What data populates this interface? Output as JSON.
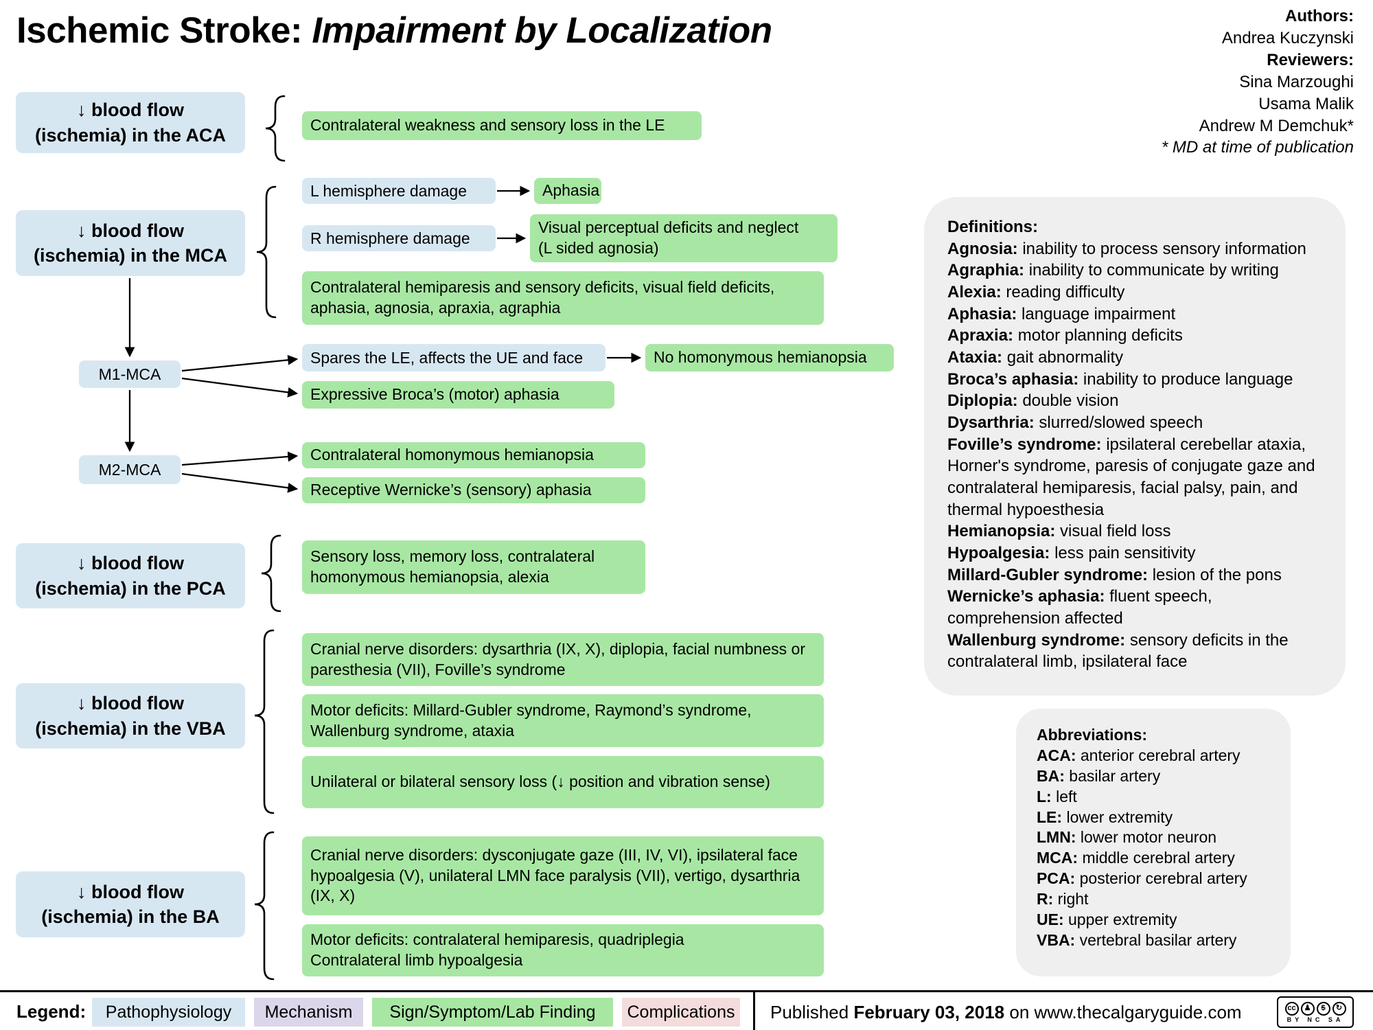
{
  "title": {
    "main": "Ischemic Stroke: ",
    "emph": "Impairment by Localization"
  },
  "credits": {
    "authors_label": "Authors:",
    "authors": [
      "Andrea Kuczynski"
    ],
    "reviewers_label": "Reviewers:",
    "reviewers": [
      "Sina Marzoughi",
      "Usama Malik",
      "Andrew M Demchuk*"
    ],
    "note": "* MD at time of publication"
  },
  "flow": {
    "aca_label": "↓ blood flow\n(ischemia) in the ACA",
    "aca_sign": "Contralateral weakness and sensory loss in the LE",
    "mca_label": "↓ blood flow\n(ischemia) in the MCA",
    "l_hemisphere": "L hemisphere damage",
    "aphasia": "Aphasia",
    "r_hemisphere": "R hemisphere damage",
    "visual_neglect": "Visual perceptual deficits and neglect\n(L sided agnosia)",
    "mca_signs": "Contralateral hemiparesis and sensory deficits, visual field deficits, aphasia, agnosia, apraxia, agraphia",
    "m1_label": "M1-MCA",
    "m1_spares": "Spares the LE, affects the UE and face",
    "no_hemianopsia": "No homonymous hemianopsia",
    "broca": "Expressive Broca’s (motor) aphasia",
    "m2_label": "M2-MCA",
    "m2_hemianopsia": "Contralateral homonymous hemianopsia",
    "wernicke": "Receptive Wernicke’s (sensory) aphasia",
    "pca_label": "↓ blood flow\n(ischemia) in the PCA",
    "pca_sign": "Sensory loss, memory loss, contralateral homonymous hemianopsia, alexia",
    "vba_label": "↓ blood flow\n(ischemia) in the VBA",
    "vba_cranial": "Cranial nerve disorders: dysarthria (IX, X), diplopia, facial numbness or paresthesia (VII), Foville’s syndrome",
    "vba_motor": "Motor deficits: Millard-Gubler syndrome, Raymond’s syndrome, Wallenburg syndrome, ataxia",
    "vba_sensory": "Unilateral or bilateral sensory loss (↓ position and vibration sense)",
    "ba_label": "↓ blood flow\n(ischemia) in the BA",
    "ba_cranial": "Cranial nerve disorders: dysconjugate gaze (III, IV, VI), ipsilateral face hypoalgesia (V), unilateral LMN face paralysis (VII), vertigo, dysarthria (IX, X)",
    "ba_motor": "Motor deficits: contralateral hemiparesis, quadriplegia\nContralateral limb hypoalgesia"
  },
  "definitions": {
    "heading": "Definitions:",
    "items": [
      {
        "term": "Agnosia:",
        "text": "inability to process sensory information"
      },
      {
        "term": "Agraphia:",
        "text": "inability to communicate by writing"
      },
      {
        "term": "Alexia:",
        "text": "reading difficulty"
      },
      {
        "term": "Aphasia:",
        "text": "language impairment"
      },
      {
        "term": "Apraxia:",
        "text": "motor planning deficits"
      },
      {
        "term": "Ataxia:",
        "text": "gait abnormality"
      },
      {
        "term": "Broca’s aphasia:",
        "text": "inability to produce language"
      },
      {
        "term": "Diplopia:",
        "text": "double vision"
      },
      {
        "term": "Dysarthria:",
        "text": "slurred/slowed speech"
      },
      {
        "term": "Foville’s syndrome:",
        "text": "ipsilateral cerebellar ataxia, Horner's syndrome, paresis of conjugate gaze and contralateral hemiparesis, facial palsy, pain, and thermal hypoesthesia"
      },
      {
        "term": "Hemianopsia:",
        "text": "visual field loss"
      },
      {
        "term": "Hypoalgesia:",
        "text": "less pain sensitivity"
      },
      {
        "term": "Millard-Gubler syndrome:",
        "text": "lesion of the pons"
      },
      {
        "term": "Wernicke’s aphasia:",
        "text": "fluent speech, comprehension affected"
      },
      {
        "term": "Wallenburg syndrome:",
        "text": "sensory deficits in the contralateral limb, ipsilateral face"
      }
    ]
  },
  "abbreviations": {
    "heading": "Abbreviations:",
    "items": [
      {
        "term": "ACA:",
        "text": "anterior cerebral artery"
      },
      {
        "term": "BA:",
        "text": "basilar artery"
      },
      {
        "term": "L:",
        "text": "left"
      },
      {
        "term": "LE:",
        "text": "lower extremity"
      },
      {
        "term": "LMN:",
        "text": "lower motor neuron"
      },
      {
        "term": "MCA:",
        "text": "middle cerebral artery"
      },
      {
        "term": "PCA:",
        "text": "posterior cerebral artery"
      },
      {
        "term": "R:",
        "text": "right"
      },
      {
        "term": "UE:",
        "text": "upper extremity"
      },
      {
        "term": "VBA:",
        "text": "vertebral basilar artery"
      }
    ]
  },
  "legend": {
    "label": "Legend:",
    "items": [
      {
        "label": "Pathophysiology",
        "color": "#d7e7f2"
      },
      {
        "label": "Mechanism",
        "color": "#dcd6ea"
      },
      {
        "label": "Sign/Symptom/Lab Finding",
        "color": "#a8e7a3"
      },
      {
        "label": "Complications",
        "color": "#f3dcdb"
      }
    ]
  },
  "footer": {
    "published_prefix": "Published",
    "published_date": "February 03, 2018",
    "published_on": "on",
    "site": "www.thecalgaryguide.com",
    "cc": {
      "glyphs": [
        "cc",
        "♟",
        "$",
        "↻"
      ],
      "labels": "BY NC SA"
    }
  },
  "colors": {
    "pathophysiology_blue": "#d7e7f2",
    "sign_green": "#a8e7a3",
    "mechanism_purple": "#dcd6ea",
    "complication_pink": "#f3dcdb",
    "panel_gray": "#efefef"
  }
}
